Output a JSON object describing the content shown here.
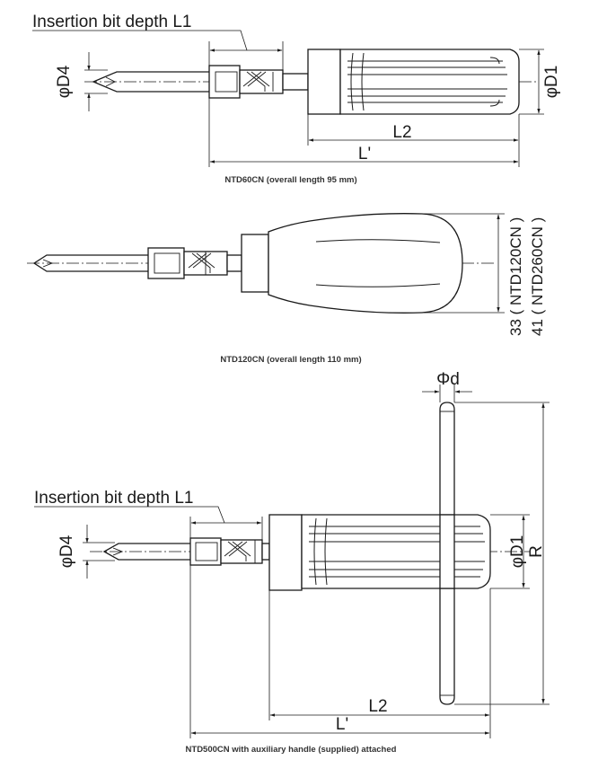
{
  "drawings": [
    {
      "caption": "NTD60CN (overall length 95 mm)",
      "labels": {
        "insertion": "Insertion bit depth L1",
        "d4": "φD4",
        "d1": "φD1",
        "l2": "L2",
        "lprime": "L'"
      }
    },
    {
      "caption": "NTD120CN (overall length 110 mm)",
      "labels": {
        "height_120": "33 ( NTD120CN )",
        "height_260": "41 ( NTD260CN )"
      }
    },
    {
      "caption": "NTD500CN with auxiliary handle (supplied) attached",
      "labels": {
        "phid": "Φd",
        "insertion": "Insertion bit depth L1",
        "d4": "φD4",
        "d1": "φD1",
        "r": "R",
        "l2": "L2",
        "lprime": "L'"
      }
    }
  ]
}
